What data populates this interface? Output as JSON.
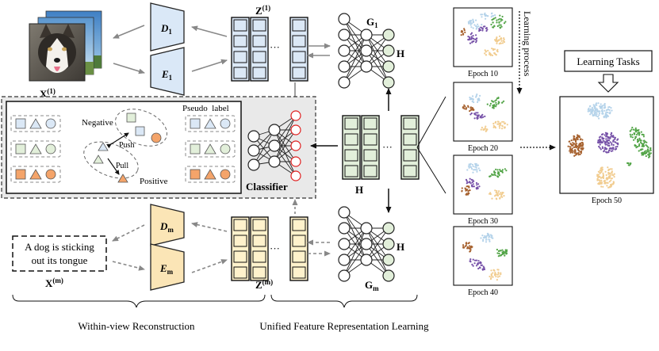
{
  "labels": {
    "x1_base": "X",
    "x1_sup": "(1)",
    "xm_base": "X",
    "xm_sup": "(m)",
    "z1_base": "Z",
    "z1_sup": "(1)",
    "zm_base": "Z",
    "zm_sup": "(m)",
    "d1_base": "D",
    "d1_sub": "1",
    "e1_base": "E",
    "e1_sub": "1",
    "dm_base": "D",
    "dm_sub": "m",
    "em_base": "E",
    "em_sub": "m",
    "g1_base": "G",
    "g1_sub": "1",
    "gm_base": "G",
    "gm_sub": "m",
    "h_top": "H",
    "h_bottom": "H",
    "h_center": "H",
    "ellipsis_top": "···",
    "ellipsis_bottom": "···",
    "ellipsis_center": "···",
    "text_box_line1": "A dog is sticking",
    "text_box_line2": "out its tongue",
    "negative": "Negative",
    "positive": "Positive",
    "push": "Push",
    "pull": "Pull",
    "pseudo_label": "Pseudo  label",
    "classifier": "Classifier",
    "learning_process": "Learning process",
    "learning_tasks": "Learning Tasks",
    "within_view": "Within-view Reconstruction",
    "unified": "Unified Feature Representation Learning"
  },
  "epochs": [
    "Epoch 10",
    "Epoch 20",
    "Epoch 30",
    "Epoch 40",
    "Epoch 50"
  ],
  "colors": {
    "blue_fill": "#dbe8f6",
    "green_fill": "#e2efda",
    "orange_fill": "#fde9d9",
    "yellow_fill": "#fff2cc",
    "encoder_blue": "#dae8f7",
    "encoder_yellow": "#fbe5b6",
    "red_node": "#e02020",
    "panel_gray": "#e9e9e9",
    "cluster_blue": "#b5d3ea",
    "cluster_green": "#52a447",
    "cluster_purple": "#7651a8",
    "cluster_brown": "#a6612e",
    "cluster_sand": "#f1cc8f"
  },
  "icons": {
    "dog_photo": "dog-photo-stack",
    "down_arrow": "hollow-down-arrow-icon"
  }
}
